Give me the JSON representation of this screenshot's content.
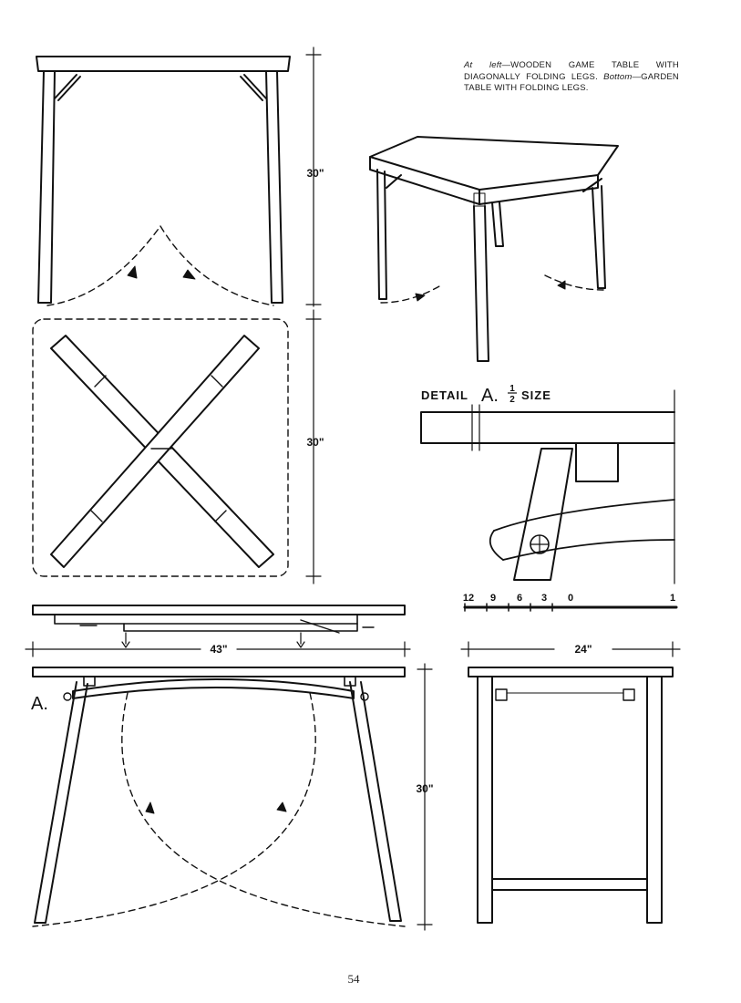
{
  "caption": {
    "prefix1": "At left",
    "text1": "—WOODEN GAME TABLE WITH DIAGONALLY FOLDING LEGS. ",
    "prefix2": "Bottom",
    "text2": "—GARDEN TABLE WITH FOLDING LEGS."
  },
  "dimensions": {
    "game_side_height": "30\"",
    "game_plan_width": "30\"",
    "garden_length": "43\"",
    "garden_height": "30\"",
    "garden_width": "24\""
  },
  "detail": {
    "title": "DETAIL",
    "letter": "A.",
    "fraction_num": "1",
    "fraction_den": "2",
    "size_word": "SIZE",
    "callout": "A."
  },
  "scale": {
    "labels": [
      "12",
      "9",
      "6",
      "3",
      "0",
      "1"
    ]
  },
  "page_number": "54",
  "colors": {
    "ink": "#111111",
    "paper": "#ffffff"
  }
}
